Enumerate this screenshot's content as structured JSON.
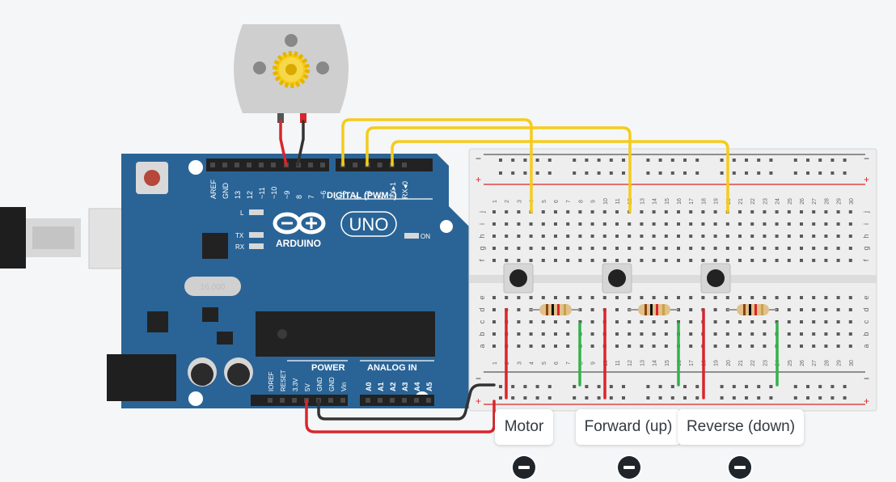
{
  "arduino": {
    "brand": "ARDUINO",
    "model": "UNO",
    "on_label": "ON",
    "l_label": "L",
    "tx_label": "TX",
    "rx_label": "RX",
    "crystal_label": "16.000",
    "digital_header": [
      "AREF",
      "GND",
      "13",
      "12",
      "~11",
      "~10",
      "~9",
      "8",
      "7",
      "~6",
      "~5",
      "4",
      "~3",
      "2",
      "TX▸1",
      "RX◂0"
    ],
    "digital_title": "DIGITAL (PWM~)",
    "power_title": "POWER",
    "power_pins": [
      "IOREF",
      "RESET",
      "3.3V",
      "5V",
      "GND",
      "GND",
      "Vin"
    ],
    "analog_title": "ANALOG IN",
    "analog_pins": [
      "A0",
      "A1",
      "A2",
      "A3",
      "A4",
      "A5"
    ]
  },
  "breadboard": {
    "columns": [
      "1",
      "2",
      "3",
      "4",
      "5",
      "6",
      "7",
      "8",
      "9",
      "10",
      "11",
      "12",
      "13",
      "14",
      "15",
      "16",
      "17",
      "18",
      "19",
      "20",
      "21",
      "22",
      "23",
      "24",
      "25",
      "26",
      "27",
      "28",
      "29",
      "30"
    ],
    "rows_top": [
      "j",
      "i",
      "h",
      "g",
      "f"
    ],
    "rows_bottom": [
      "e",
      "d",
      "c",
      "b",
      "a"
    ],
    "rail_minus": "−",
    "rail_plus": "+"
  },
  "labels": {
    "motor": "Motor",
    "forward": "Forward (up)",
    "reverse": "Reverse (down)"
  },
  "colors": {
    "background": "#f4f6f8",
    "arduino_board": "#2a6496",
    "breadboard": "#eeeeee",
    "wire_yellow": "#f5cc1a",
    "wire_red": "#d8262c",
    "wire_black": "#333333",
    "wire_green": "#33b24a"
  },
  "icons": {
    "pin": "minus-circle-icon"
  }
}
